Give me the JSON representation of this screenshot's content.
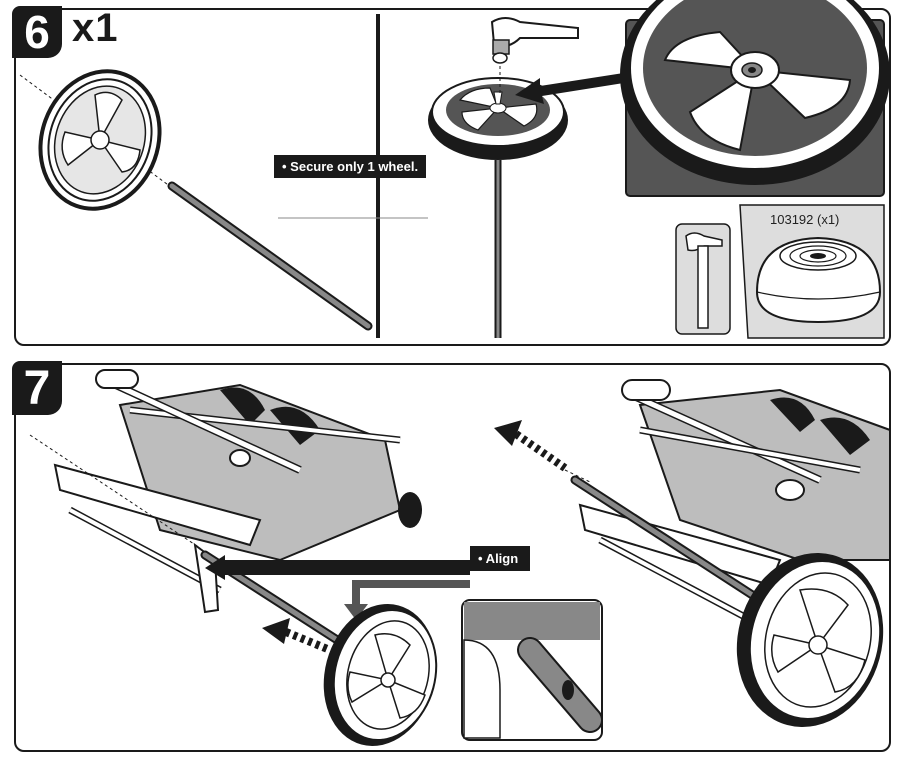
{
  "step6": {
    "number": "6",
    "quantity": "x1",
    "callout": "• Secure only 1 wheel.",
    "part_label": "103192 (x1)",
    "tool_icon": "hammer-icon"
  },
  "step7": {
    "number": "7",
    "callout": "• Align"
  },
  "colors": {
    "ink": "#1a1a1a",
    "panel_gray": "#555555",
    "light_gray": "#d8d8d8",
    "fabric_gray": "#bdbdbd"
  }
}
